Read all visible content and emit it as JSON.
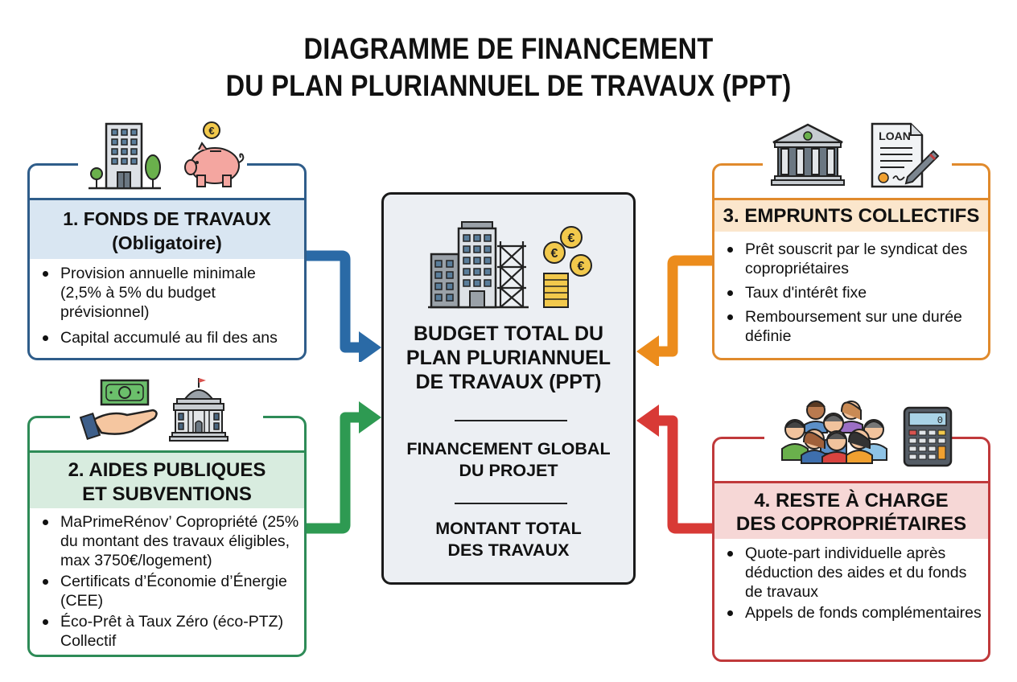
{
  "title": {
    "line1": "DIAGRAMME DE FINANCEMENT",
    "line2": "DU PLAN PLURIANNUEL DE TRAVAUX (PPT)"
  },
  "center": {
    "heading": [
      "BUDGET TOTAL DU",
      "PLAN PLURIANNUEL",
      "DE TRAVAUX (PPT)"
    ],
    "subheading": [
      "FINANCEMENT GLOBAL",
      "DU PROJET"
    ],
    "footer": [
      "MONTANT TOTAL",
      "DES TRAVAUX"
    ],
    "icons": [
      "buildings-scaffolding-icon",
      "euro-coins-icon"
    ]
  },
  "boxes": [
    {
      "id": "fonds-de-travaux",
      "color": "#2f5d8a",
      "header_bg": "#d9e6f2",
      "title": [
        "1. FONDS DE TRAVAUX",
        "(Obligatoire)"
      ],
      "icons": [
        "building-trees-icon",
        "piggy-bank-euro-icon"
      ],
      "bullets": [
        "Provision annuelle minimale (2,5% à 5% du budget prévisionnel)",
        "Capital accumulé au fil des ans"
      ]
    },
    {
      "id": "aides-publiques",
      "color": "#2e8b57",
      "header_bg": "#d8ecdf",
      "title": [
        "2. AIDES PUBLIQUES",
        "ET SUBVENTIONS"
      ],
      "icons": [
        "hand-money-icon",
        "government-building-icon"
      ],
      "bullets": [
        "MaPrimeRénov’ Copropriété (25% du montant des travaux éligibles, max 3750€/logement)",
        "Certificats d’Économie d’Énergie (CEE)",
        "Éco-Prêt à Taux Zéro (éco-PTZ) Collectif"
      ]
    },
    {
      "id": "emprunts-collectifs",
      "color": "#e08a2c",
      "header_bg": "#fbe6cc",
      "title": [
        "3. EMPRUNTS COLLECTIFS"
      ],
      "icons": [
        "bank-icon",
        "loan-document-icon"
      ],
      "loan_label": "LOAN",
      "bullets": [
        "Prêt souscrit par le syndicat des copropriétaires",
        "Taux d'intérêt fixe",
        "Remboursement sur une durée définie"
      ]
    },
    {
      "id": "reste-a-charge",
      "color": "#c0393b",
      "header_bg": "#f6d7d6",
      "title": [
        "4. RESTE À CHARGE",
        "DES COPROPRIÉTAIRES"
      ],
      "icons": [
        "people-group-icon",
        "calculator-icon"
      ],
      "calculator_display": "0",
      "bullets": [
        "Quote-part individuelle après déduction des aides et du fonds de travaux",
        "Appels de fonds complémentaires"
      ]
    }
  ],
  "arrows": [
    {
      "from": "fonds-de-travaux",
      "to": "center",
      "color": "#2a6aa6"
    },
    {
      "from": "aides-publiques",
      "to": "center",
      "color": "#2e9a52"
    },
    {
      "from": "emprunts-collectifs",
      "to": "center",
      "color": "#ec8c1c"
    },
    {
      "from": "reste-a-charge",
      "to": "center",
      "color": "#d83a36"
    }
  ]
}
